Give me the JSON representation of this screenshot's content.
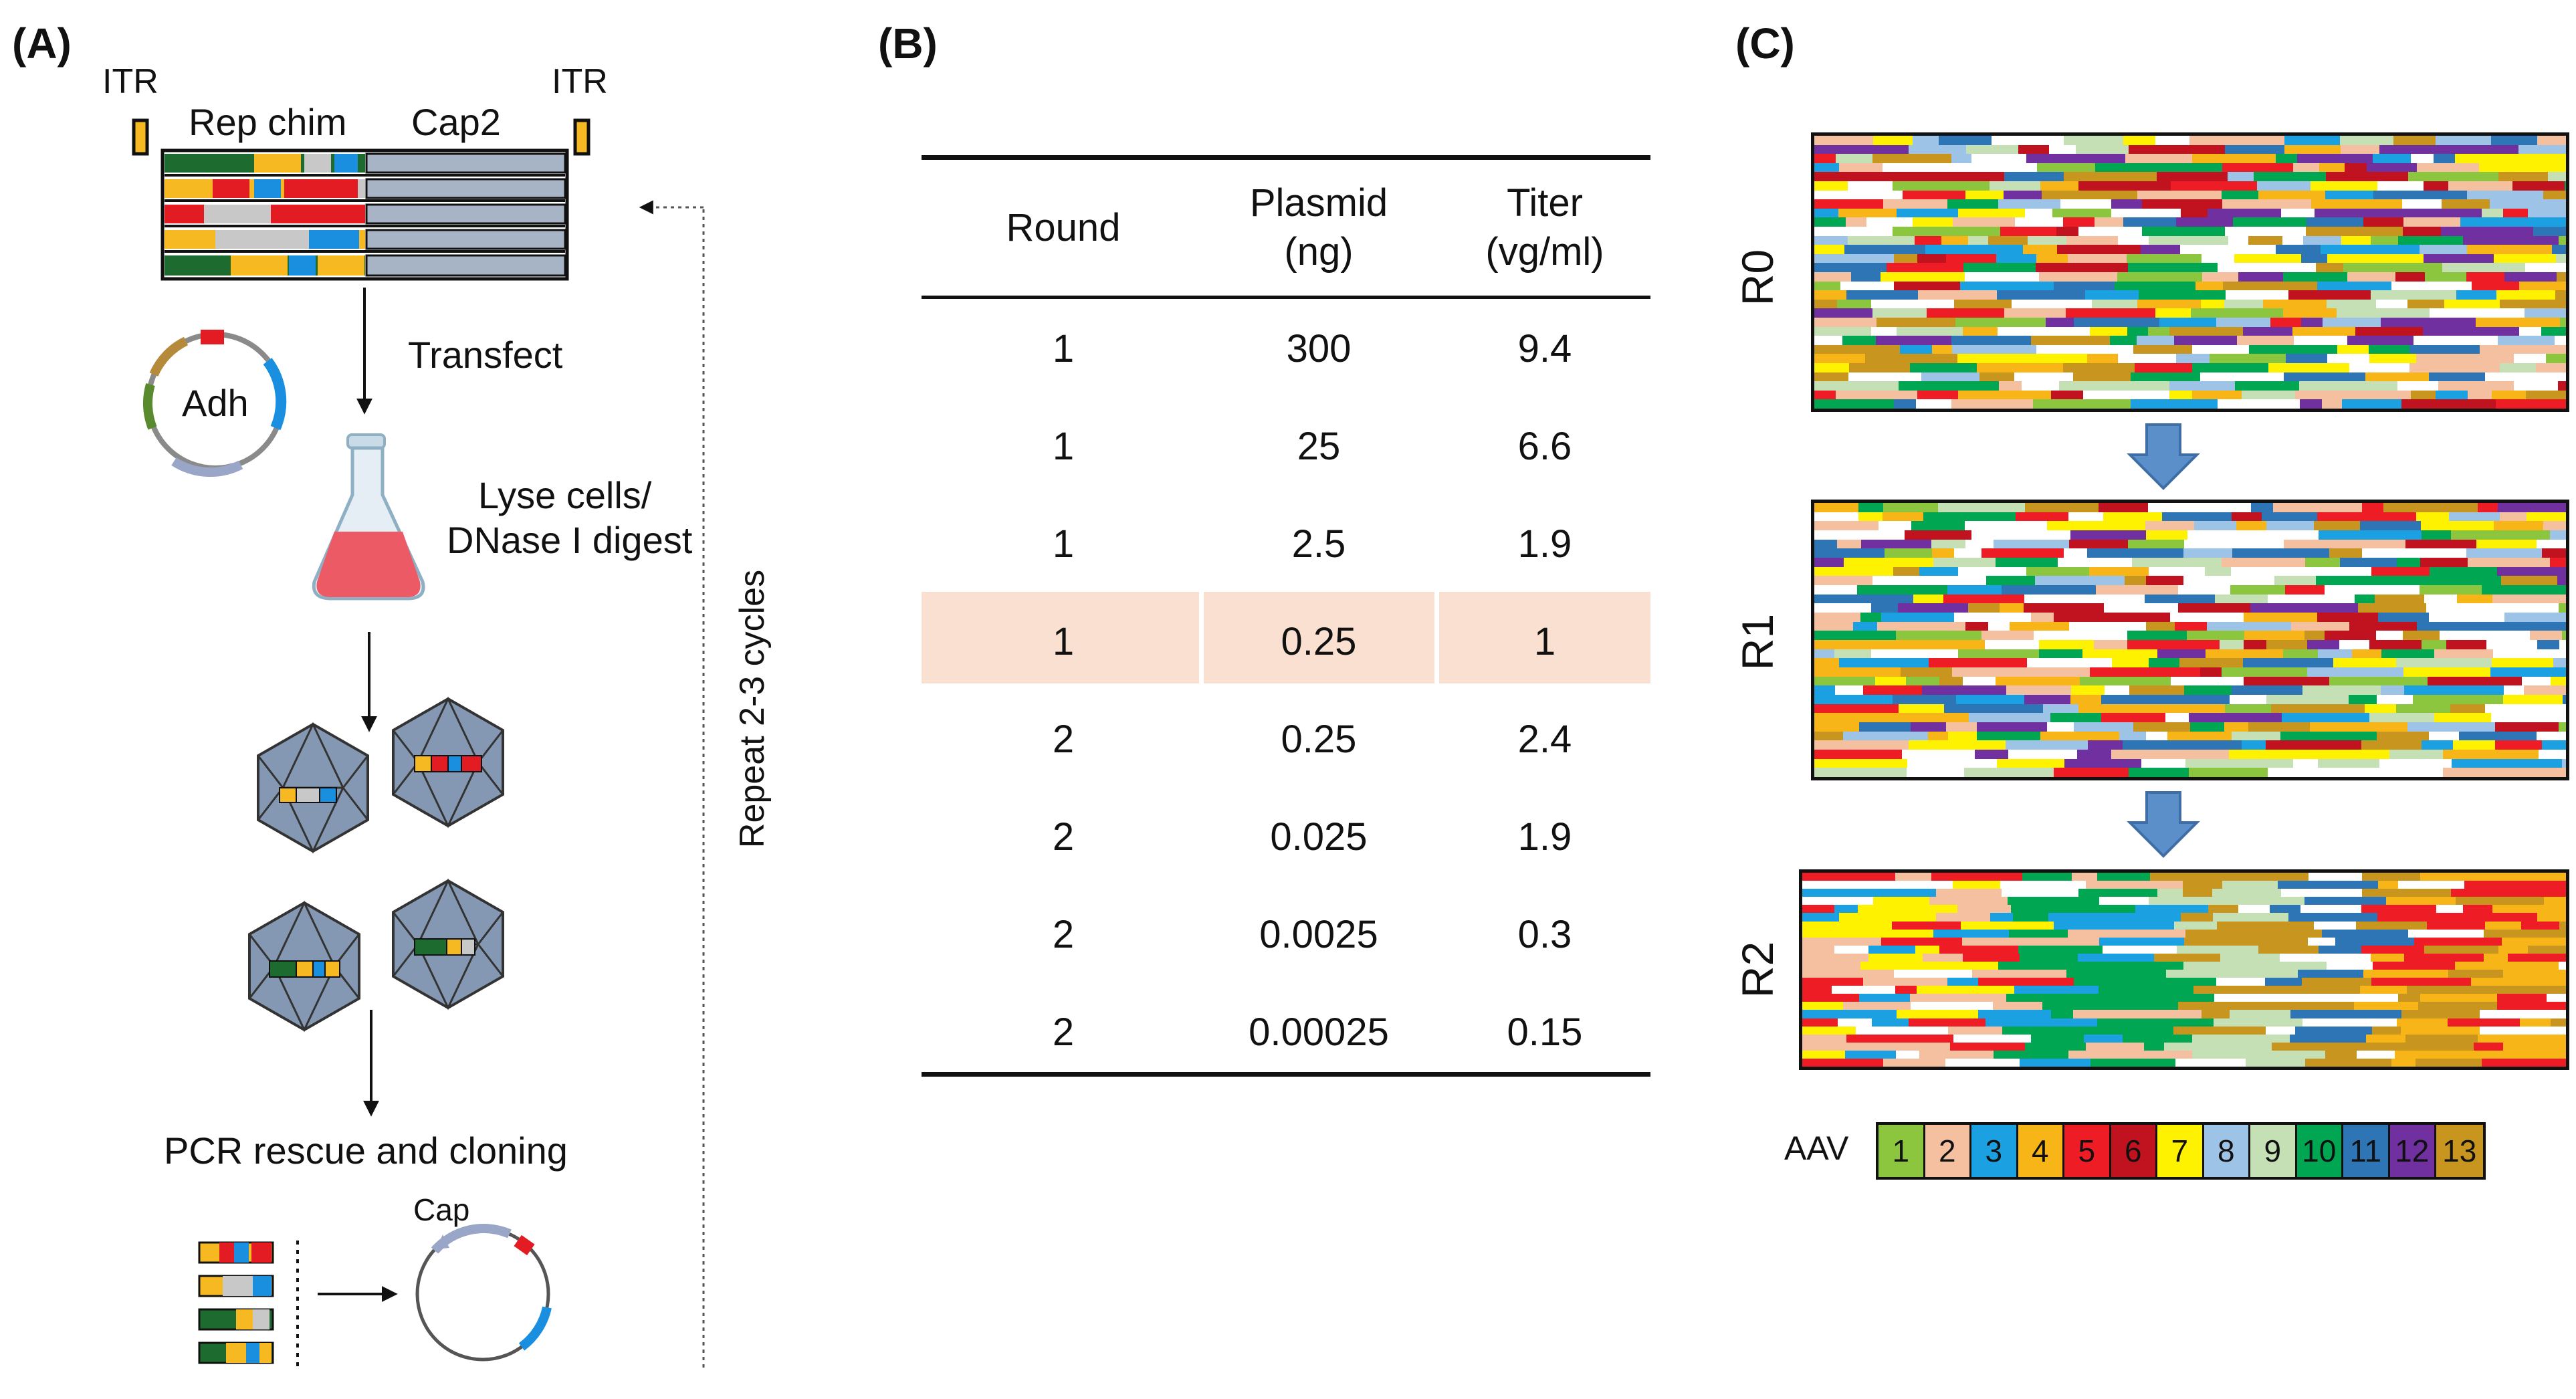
{
  "panels": {
    "a": "(A)",
    "b": "(B)",
    "c": "(C)"
  },
  "panel_a": {
    "itr_left": "ITR",
    "itr_right": "ITR",
    "rep_chim": "Rep chim",
    "cap2": "Cap2",
    "transfect": "Transfect",
    "adh": "Adh",
    "lyse_line1": "Lyse cells/",
    "lyse_line2": "DNase I digest",
    "pcr": "PCR rescue and cloning",
    "cap": "Cap",
    "repeat": "Repeat 2-3 cycles"
  },
  "panel_b": {
    "headers": {
      "round": "Round",
      "plasmid_line1": "Plasmid",
      "plasmid_line2": "(ng)",
      "titer_line1": "Titer",
      "titer_line2": "(vg/ml)"
    },
    "rows": [
      {
        "round": "1",
        "plasmid": "300",
        "titer": "9.4",
        "highlight": false
      },
      {
        "round": "1",
        "plasmid": "25",
        "titer": "6.6",
        "highlight": false
      },
      {
        "round": "1",
        "plasmid": "2.5",
        "titer": "1.9",
        "highlight": false
      },
      {
        "round": "1",
        "plasmid": "0.25",
        "titer": "1",
        "highlight": true
      },
      {
        "round": "2",
        "plasmid": "0.25",
        "titer": "2.4",
        "highlight": false
      },
      {
        "round": "2",
        "plasmid": "0.025",
        "titer": "1.9",
        "highlight": false
      },
      {
        "round": "2",
        "plasmid": "0.0025",
        "titer": "0.3",
        "highlight": false
      },
      {
        "round": "2",
        "plasmid": "0.00025",
        "titer": "0.15",
        "highlight": false
      }
    ],
    "highlight_color": "#f9e0d1"
  },
  "panel_c": {
    "rows": [
      "R0",
      "R1",
      "R2"
    ],
    "legend_title": "AAV",
    "serotypes": [
      {
        "label": "1",
        "color": "#8cc63f"
      },
      {
        "label": "2",
        "color": "#f4c0a0"
      },
      {
        "label": "3",
        "color": "#1ba1e2"
      },
      {
        "label": "4",
        "color": "#f7b518"
      },
      {
        "label": "5",
        "color": "#ee1c24"
      },
      {
        "label": "6",
        "color": "#c1121f"
      },
      {
        "label": "7",
        "color": "#fff200"
      },
      {
        "label": "8",
        "color": "#9dc3e6"
      },
      {
        "label": "9",
        "color": "#c5e0b4"
      },
      {
        "label": "10",
        "color": "#00a651"
      },
      {
        "label": "11",
        "color": "#2e75b6"
      },
      {
        "label": "12",
        "color": "#7030a0"
      },
      {
        "label": "13",
        "color": "#c8961e"
      }
    ],
    "arrow_color": "#5b8fc9"
  },
  "colors": {
    "cap_gray": "#a6b4c6",
    "rep_green": "#1e6b2f",
    "rep_yellow": "#f6b921",
    "rep_red": "#e31b23",
    "rep_blue": "#1a8fe0",
    "rep_gray": "#c8c8c8",
    "capsid": "#8598b3",
    "flask_liquid": "#ec5a66"
  }
}
